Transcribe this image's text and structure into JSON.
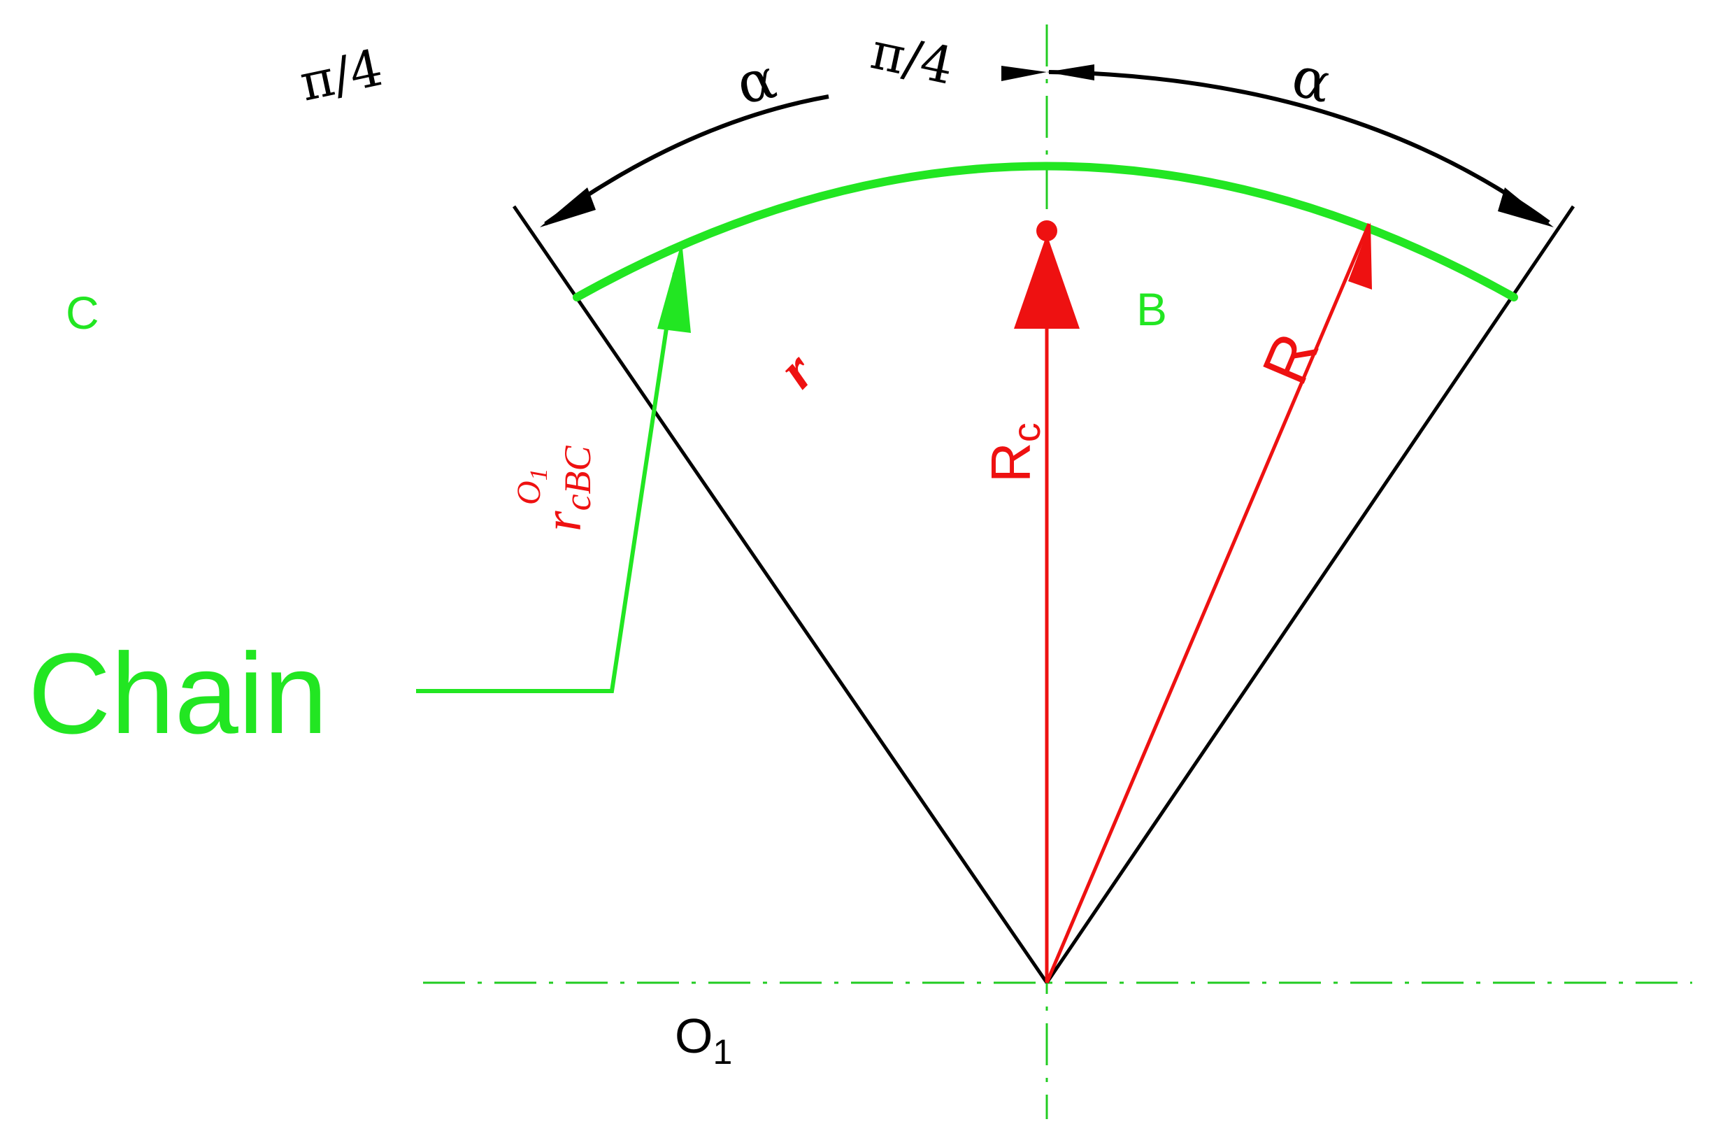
{
  "labels": {
    "pi_quarter_top_left": "π/4",
    "pi_quarter_center": "π/4",
    "alpha_left": "α",
    "alpha_right": "α",
    "point_c": "C",
    "point_b": "B",
    "radius_r": "r",
    "radius_rc": "R",
    "radius_rc_sub": "c",
    "radius_big_r": "R",
    "chain_vector": "r",
    "chain_vector_sub": "cBC",
    "chain_vector_sup": "O",
    "chain_vector_sup_sub": "1",
    "chain": "Chain",
    "origin": "O",
    "origin_sub": "1"
  },
  "colors": {
    "chain_green": "#22e622",
    "axis_green": "#22cc22",
    "radius_red": "#ee1111",
    "line_black": "#000000"
  }
}
